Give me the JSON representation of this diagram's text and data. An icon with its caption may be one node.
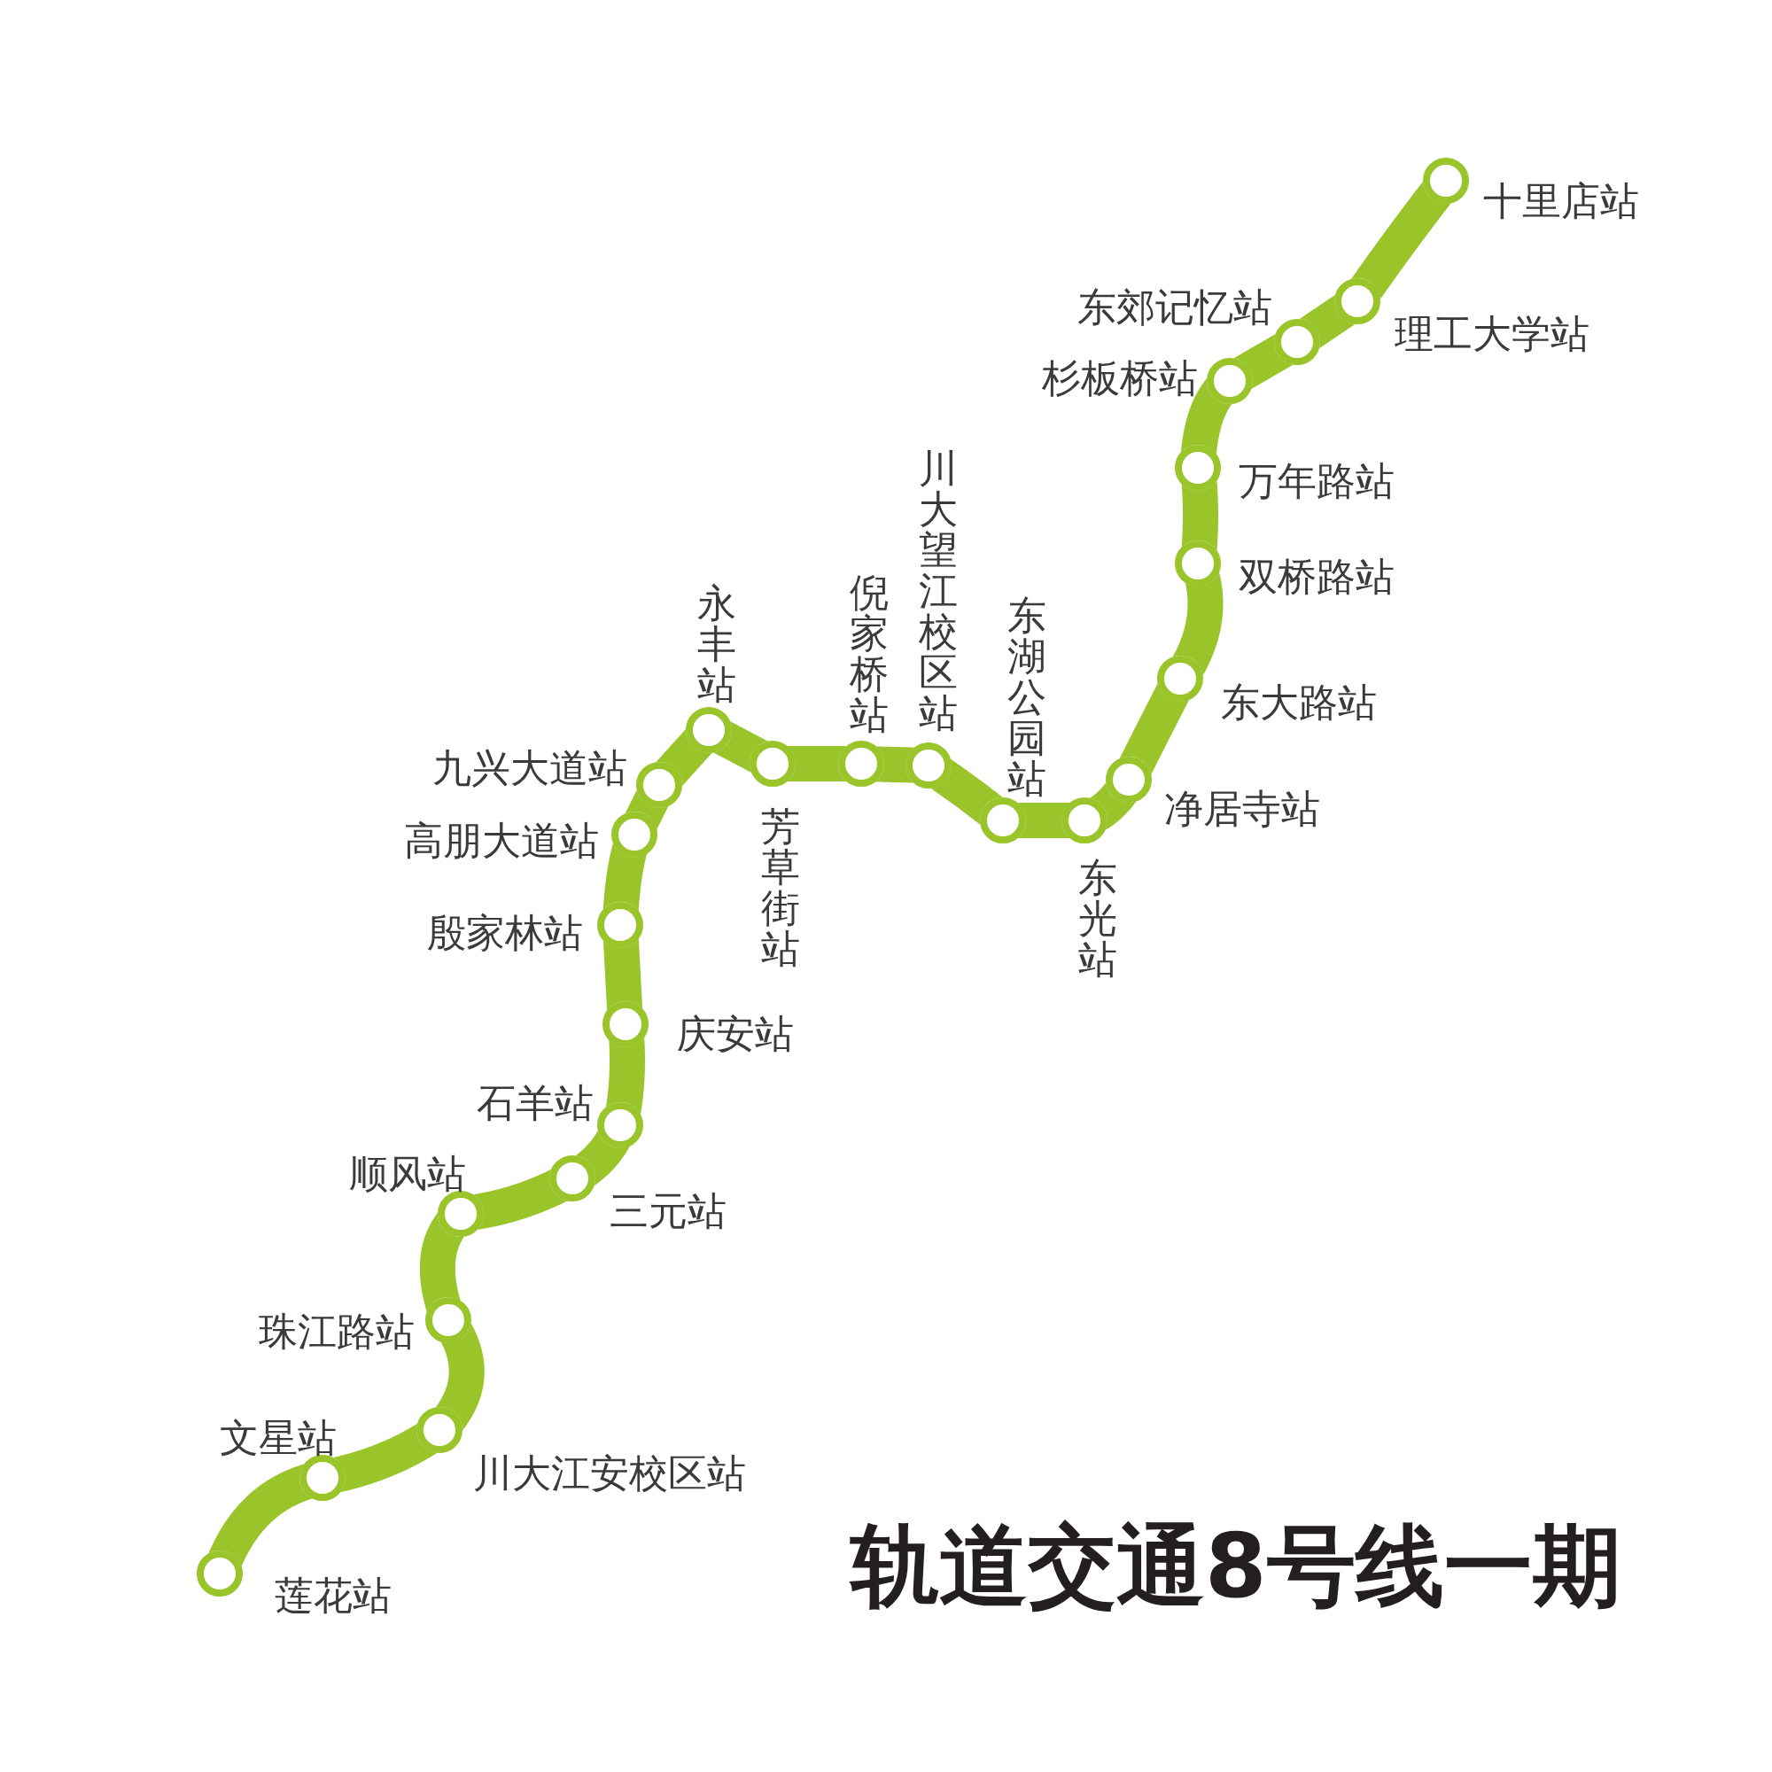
{
  "diagram": {
    "title": "轨道交通8号线一期",
    "nodes": [
      {
        "text": [
          "十里店站"
        ]
      },
      {
        "text": [
          "理工大学站"
        ]
      },
      {
        "text": [
          "东郊记忆站"
        ]
      },
      {
        "text": [
          "杉板桥站"
        ]
      },
      {
        "text": [
          "万年路站"
        ]
      },
      {
        "text": [
          "双桥路站"
        ]
      },
      {
        "text": [
          "东大路站"
        ]
      },
      {
        "text": [
          "净居寺站"
        ]
      },
      {
        "text": [
          "东光站"
        ]
      },
      {
        "text": [
          "东湖公园站"
        ]
      },
      {
        "text": [
          "川大望江校区站"
        ]
      },
      {
        "text": [
          "倪家桥站"
        ]
      },
      {
        "text": [
          "芳草街站"
        ]
      },
      {
        "text": [
          "永丰站"
        ]
      },
      {
        "text": [
          "九兴大道站"
        ]
      },
      {
        "text": [
          "高朋大道站"
        ]
      },
      {
        "text": [
          "殷家林站"
        ]
      },
      {
        "text": [
          "庆安站"
        ]
      },
      {
        "text": [
          "石羊站"
        ]
      },
      {
        "text": [
          "三元站"
        ]
      },
      {
        "text": [
          "顺风站"
        ]
      },
      {
        "text": [
          "珠江路站"
        ]
      },
      {
        "text": [
          "川大江安校区站"
        ]
      },
      {
        "text": [
          "文星站"
        ]
      },
      {
        "text": [
          "莲花站"
        ]
      }
    ],
    "edges": [
      {
        "from": 0,
        "to": 1,
        "arrow": "none"
      },
      {
        "from": 1,
        "to": 2,
        "arrow": "none"
      },
      {
        "from": 2,
        "to": 3,
        "arrow": "none"
      },
      {
        "from": 3,
        "to": 4,
        "arrow": "none"
      },
      {
        "from": 4,
        "to": 5,
        "arrow": "none"
      },
      {
        "from": 5,
        "to": 6,
        "arrow": "none"
      },
      {
        "from": 6,
        "to": 7,
        "arrow": "none"
      },
      {
        "from": 7,
        "to": 8,
        "arrow": "none"
      },
      {
        "from": 8,
        "to": 9,
        "arrow": "none"
      },
      {
        "from": 9,
        "to": 10,
        "arrow": "none"
      },
      {
        "from": 10,
        "to": 11,
        "arrow": "none"
      },
      {
        "from": 11,
        "to": 12,
        "arrow": "none"
      },
      {
        "from": 12,
        "to": 13,
        "arrow": "none"
      },
      {
        "from": 13,
        "to": 14,
        "arrow": "none"
      },
      {
        "from": 14,
        "to": 15,
        "arrow": "none"
      },
      {
        "from": 15,
        "to": 16,
        "arrow": "none"
      },
      {
        "from": 16,
        "to": 17,
        "arrow": "none"
      },
      {
        "from": 17,
        "to": 18,
        "arrow": "none"
      },
      {
        "from": 18,
        "to": 19,
        "arrow": "none"
      },
      {
        "from": 19,
        "to": 20,
        "arrow": "none"
      },
      {
        "from": 20,
        "to": 21,
        "arrow": "none"
      },
      {
        "from": 21,
        "to": 22,
        "arrow": "none"
      },
      {
        "from": 22,
        "to": 23,
        "arrow": "none"
      },
      {
        "from": 23,
        "to": 24,
        "arrow": "none"
      }
    ]
  }
}
